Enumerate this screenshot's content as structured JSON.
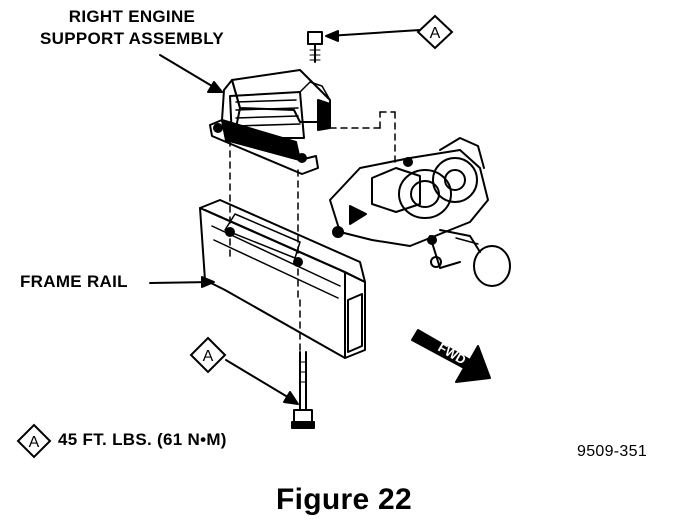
{
  "labels": {
    "engine_support_line1": "RIGHT ENGINE",
    "engine_support_line2": "SUPPORT ASSEMBLY",
    "frame_rail": "FRAME RAIL",
    "torque_spec": "45 FT. LBS. (61 N•M)",
    "figure_code": "9509-351",
    "caption": "Figure 22",
    "callout_letter": "A",
    "forward_arrow": "FWD"
  },
  "icons": [
    "diamond-callout-icon",
    "forward-arrow-icon",
    "bolt-icon"
  ]
}
